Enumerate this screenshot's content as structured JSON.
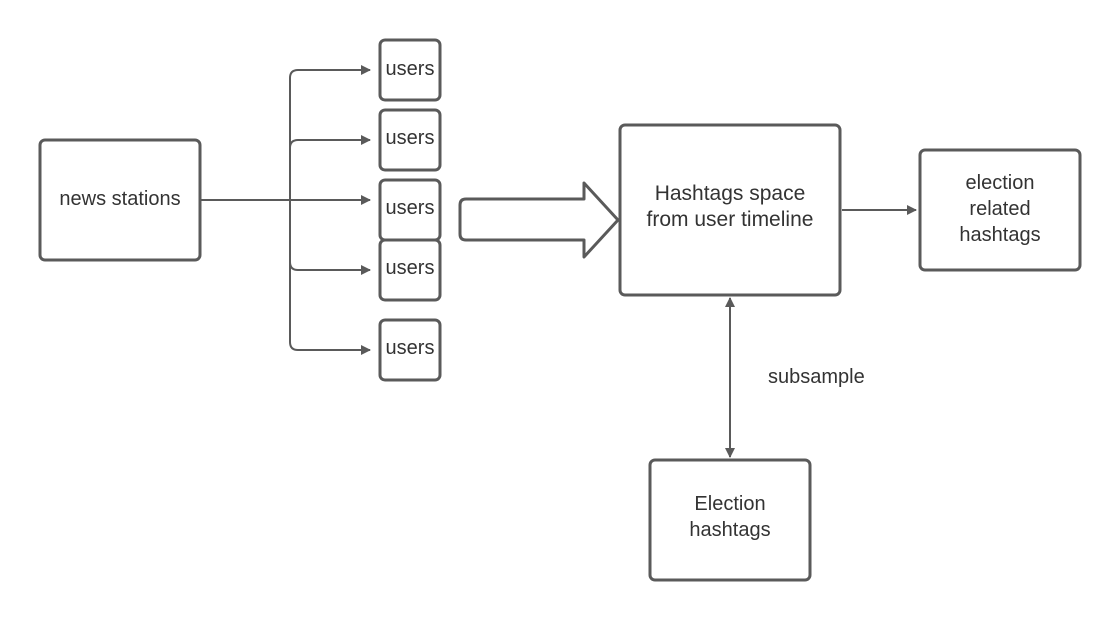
{
  "nodes": {
    "news_stations": "news stations",
    "users_1": "users",
    "users_2": "users",
    "users_3": "users",
    "users_4": "users",
    "users_5": "users",
    "hashtag_space_line1": "Hashtags space",
    "hashtag_space_line2": "from user timeline",
    "election_related_line1": "election",
    "election_related_line2": "related",
    "election_related_line3": "hashtags",
    "election_hashtags_line1": "Election",
    "election_hashtags_line2": "hashtags"
  },
  "edges": {
    "subsample_label": "subsample"
  },
  "colors": {
    "stroke": "#5a5a5a",
    "text": "#333333",
    "background": "#ffffff"
  }
}
